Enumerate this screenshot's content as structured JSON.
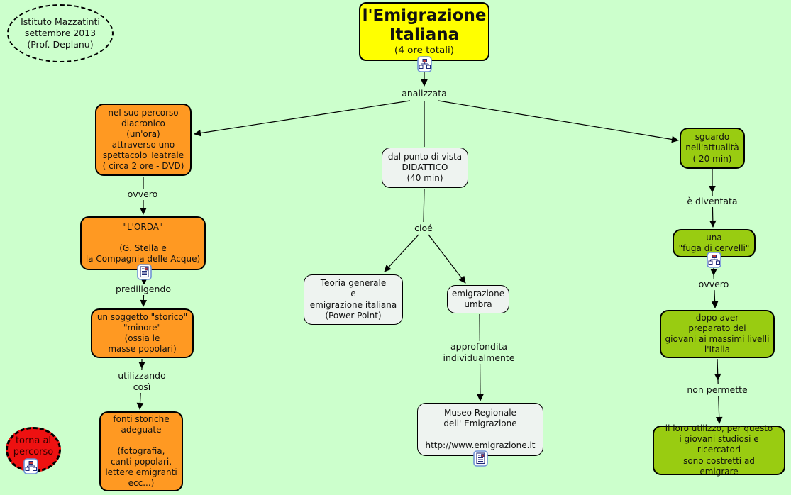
{
  "page": {
    "background_color": "#ccffcc",
    "accent_colors": {
      "yellow": "#ffff00",
      "orange": "#ff9922",
      "green": "#99cc11",
      "light_node": "#eef3f0",
      "red": "#ee1111"
    }
  },
  "credits": {
    "text": "Istituto Mazzatinti\nsettembre 2013\n(Prof. Deplanu)"
  },
  "title": {
    "text": "l'Emigrazione\nItaliana",
    "subtitle": "(4 ore totali)",
    "icon": "sitemap-icon"
  },
  "labels": {
    "analizzata": "analizzata",
    "ovvero_left": "ovvero",
    "prediligendo": "prediligendo",
    "utilizzando": "utilizzando\ncosì",
    "cioe": "cioé",
    "approfondita": "approfondita\nindividualmente",
    "e_diventata": "è diventata",
    "ovvero_right": "ovvero",
    "non_permette": "non permette"
  },
  "nodes": {
    "percorso": {
      "text": "nel suo percorso\ndiacronico\n(un'ora)\nattraverso uno\nspettacolo Teatrale\n( circa 2 ore - DVD)",
      "color": "#ff9922"
    },
    "orda": {
      "text": "\"L'ORDA\"\n\n(G. Stella e\nla Compagnia delle Acque)",
      "color": "#ff9922",
      "icon": "document-icon"
    },
    "soggetto": {
      "text": "un soggetto \"storico\"\n\"minore\"\n(ossia le\nmasse popolari)",
      "color": "#ff9922"
    },
    "fonti": {
      "text": "fonti storiche\nadeguate\n\n(fotografia,\ncanti popolari,\nlettere emigranti\necc...)",
      "color": "#ff9922"
    },
    "didattico": {
      "text": "dal punto di vista\nDIDATTICO\n(40 min)",
      "color": "#eef3f0"
    },
    "teoria": {
      "text": "Teoria generale\ne\nemigrazione italiana\n(Power Point)",
      "color": "#eef3f0"
    },
    "umbra": {
      "text": "emigrazione\numbra",
      "color": "#eef3f0"
    },
    "museo": {
      "text": "Museo Regionale\ndell' Emigrazione\n\nhttp://www.emigrazione.it",
      "color": "#eef3f0",
      "icon": "document-icon"
    },
    "sguardo": {
      "text": "sguardo\nnell'attualità\n( 20 min)",
      "color": "#99cc11"
    },
    "fuga": {
      "text": "una\n\"fuga di cervelli\"",
      "color": "#99cc11",
      "icon": "sitemap-icon"
    },
    "dopo": {
      "text": "dopo aver\npreparato dei\ngiovani ai massimi livelli\nl'Italia",
      "color": "#99cc11"
    },
    "emigrare": {
      "text": "il loro utilizzo, per questo\ni giovani studiosi e ricercatori\nsono costretti ad\nemigrare",
      "color": "#99cc11"
    }
  },
  "torna": {
    "text": "torna al\npercorso",
    "color": "#ee1111",
    "icon": "sitemap-icon"
  }
}
